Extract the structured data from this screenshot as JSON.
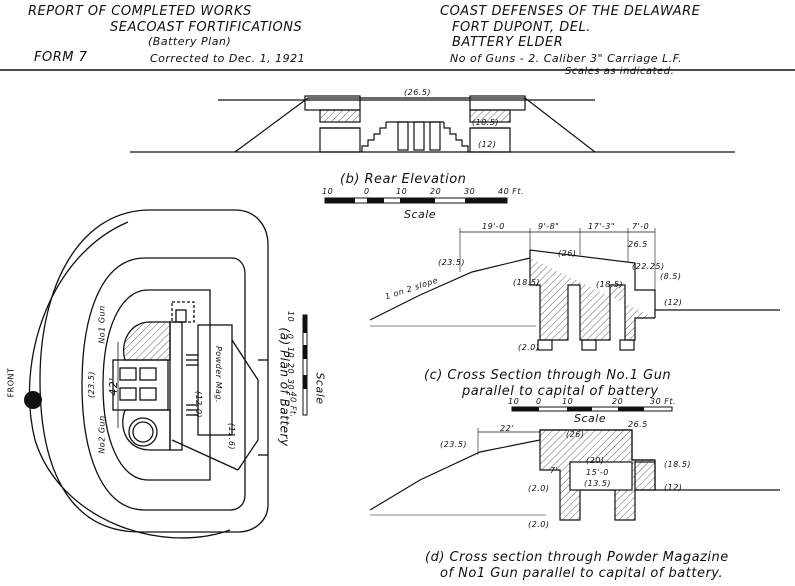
{
  "header": {
    "left_line1": "Report of Completed Works",
    "left_line2": "Seacoast Fortifications",
    "left_line3": "(Battery Plan)",
    "form": "Form 7",
    "corrected": "Corrected to Dec. 1, 1921",
    "right_line1": "Coast Defenses of the Delaware",
    "right_line2": "Fort DuPont, Del.",
    "right_line3": "Battery Elder",
    "right_line4": "No of Guns - 2. Caliber 3\"  Carriage L.F.",
    "right_line5": "Scales as indicated."
  },
  "rear_elevation": {
    "caption": "(b) Rear Elevation",
    "scale_label": "Scale",
    "scale_ticks": [
      "10",
      "0",
      "10",
      "20",
      "30",
      "40 Ft."
    ],
    "dims": {
      "top": "(26.5)",
      "mid": "(18.5)",
      "low": "(12)"
    }
  },
  "plan": {
    "caption": "(a) Plan of Battery",
    "scale_label": "Scale",
    "scale_ticks": [
      "10",
      "0",
      "10",
      "20",
      "30",
      "40 Ft."
    ],
    "front_label": "FRONT",
    "gun1": "No1 Gun",
    "gun2": "No2 Gun",
    "powder": "Powder Mag.",
    "dim_42": "42'",
    "dim_235": "(23.5)",
    "dim_120": "(12.0)",
    "dim_116": "(11.6)"
  },
  "section_c": {
    "caption_line1": "(c) Cross Section through No.1 Gun",
    "caption_line2": "parallel to capital of battery",
    "scale_label": "Scale",
    "scale_ticks": [
      "10",
      "0",
      "10",
      "20",
      "30 Ft."
    ],
    "dims": {
      "d1": "19'-0",
      "d2": "9'-8\"",
      "d3": "17'-3\"",
      "d4": "7'-0",
      "e1": "(23.5)",
      "e2": "(26)",
      "e3": "26.5",
      "e4": "(22.25)",
      "e5": "(18.5)",
      "e6": "(12)",
      "e7": "(8.5)",
      "e8": "(18.5)",
      "e9": "(2.0)",
      "slope": "1 on 2 slope"
    }
  },
  "section_d": {
    "caption_line1": "(d) Cross section through Powder Magazine",
    "caption_line2": "of No1 Gun parallel to capital of battery.",
    "dims": {
      "d1": "22'",
      "e1": "(23.5)",
      "e2": "(26)",
      "e3": "26.5",
      "e4": "(18.5)",
      "e5": "15'-0",
      "e6": "(13.5)",
      "e7": "(20)",
      "e8": "7'",
      "e9": "(12)",
      "e10": "(2.0)",
      "e11": "(2.0)"
    }
  }
}
